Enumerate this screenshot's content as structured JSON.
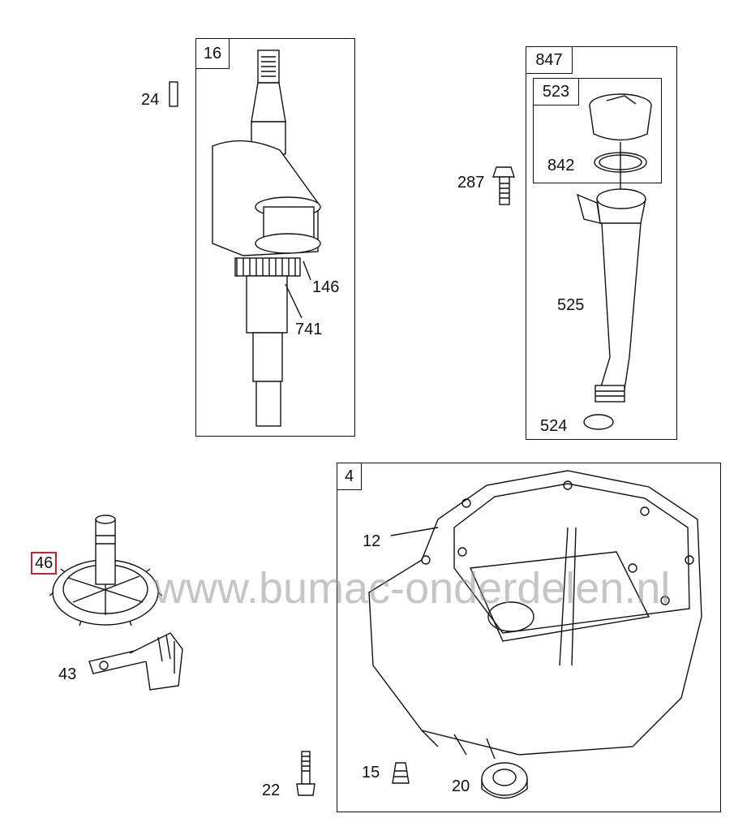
{
  "groups": [
    {
      "id": "16",
      "label": "16"
    },
    {
      "id": "847",
      "label": "847"
    },
    {
      "id": "523",
      "label": "523"
    },
    {
      "id": "4",
      "label": "4"
    }
  ],
  "parts": {
    "p24": "24",
    "p146": "146",
    "p741": "741",
    "p287": "287",
    "p842": "842",
    "p525": "525",
    "p524": "524",
    "p12": "12",
    "p46": "46",
    "p43": "43",
    "p22": "22",
    "p15": "15",
    "p20": "20"
  },
  "highlight_color": "#d0202a",
  "watermark": "www.bumac-onderdelen.nl"
}
